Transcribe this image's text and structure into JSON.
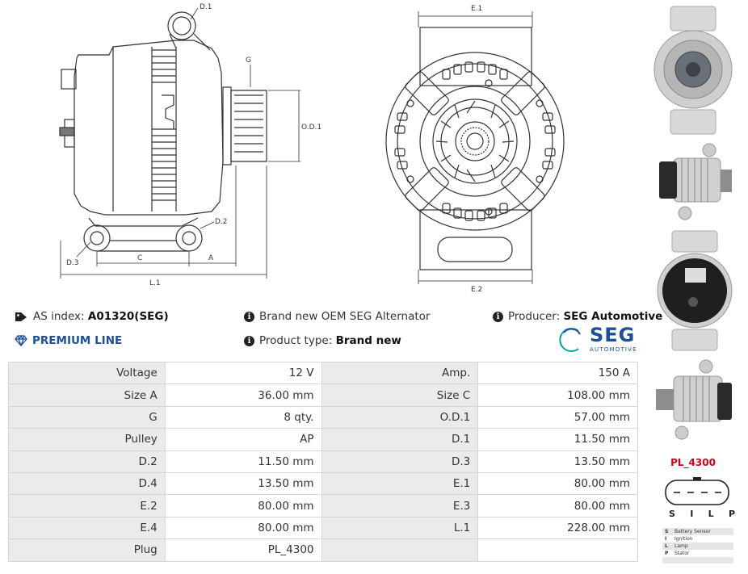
{
  "drawing": {
    "labels": {
      "d1": "D.1",
      "g": "G",
      "od1": "O.D.1",
      "d2": "D.2",
      "d3": "D.3",
      "c": "C",
      "a": "A",
      "l1": "L.1",
      "e1": "E.1",
      "e2": "E.2"
    }
  },
  "info": {
    "as_index_label": "AS index:",
    "as_index_value": "A01320(SEG)",
    "premium_label": "PREMIUM LINE",
    "brand_text": "Brand new OEM SEG Alternator",
    "product_type_label": "Product type:",
    "product_type_value": "Brand new",
    "producer_label": "Producer:",
    "producer_value": "SEG Automotive",
    "logo_word": "SEG",
    "logo_sub": "AUTOMOTIVE"
  },
  "specs": [
    {
      "l1": "Voltage",
      "v1": "12 V",
      "l2": "Amp.",
      "v2": "150 A"
    },
    {
      "l1": "Size A",
      "v1": "36.00 mm",
      "l2": "Size C",
      "v2": "108.00 mm"
    },
    {
      "l1": "G",
      "v1": "8 qty.",
      "l2": "O.D.1",
      "v2": "57.00 mm"
    },
    {
      "l1": "Pulley",
      "v1": "AP",
      "l2": "D.1",
      "v2": "11.50 mm"
    },
    {
      "l1": "D.2",
      "v1": "11.50 mm",
      "l2": "D.3",
      "v2": "13.50 mm"
    },
    {
      "l1": "D.4",
      "v1": "13.50 mm",
      "l2": "E.1",
      "v2": "80.00 mm"
    },
    {
      "l1": "E.2",
      "v1": "80.00 mm",
      "l2": "E.3",
      "v2": "80.00 mm"
    },
    {
      "l1": "E.4",
      "v1": "80.00 mm",
      "l2": "L.1",
      "v2": "228.00 mm"
    },
    {
      "l1": "Plug",
      "v1": "PL_4300",
      "l2": "",
      "v2": ""
    }
  ],
  "plug": {
    "title": "PL_4300",
    "pins": [
      "S",
      "I",
      "L",
      "P"
    ],
    "legend": [
      {
        "key": "S",
        "desc": "Battery Sensor"
      },
      {
        "key": "I",
        "desc": "Ignition"
      },
      {
        "key": "L",
        "desc": "Lamp"
      },
      {
        "key": "P",
        "desc": "Stator"
      }
    ]
  },
  "colors": {
    "accent_blue": "#1e4f9c",
    "plug_red": "#d0021b",
    "label_bg": "#ebebeb"
  },
  "icons": [
    "tags-icon",
    "diamond-icon",
    "info-circle-icon",
    "seg-logo-icon"
  ]
}
